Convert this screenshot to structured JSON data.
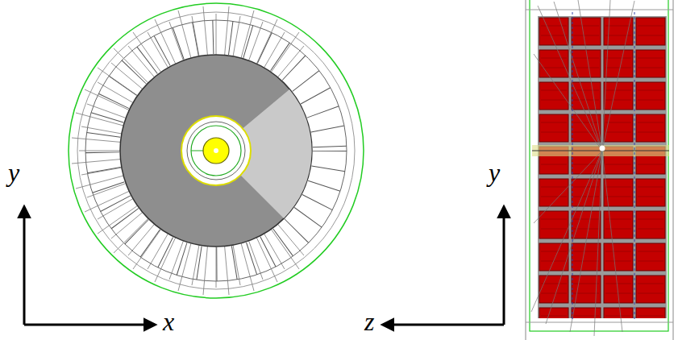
{
  "diagram": {
    "labels": [
      "y",
      "x",
      "y",
      "z"
    ]
  }
}
